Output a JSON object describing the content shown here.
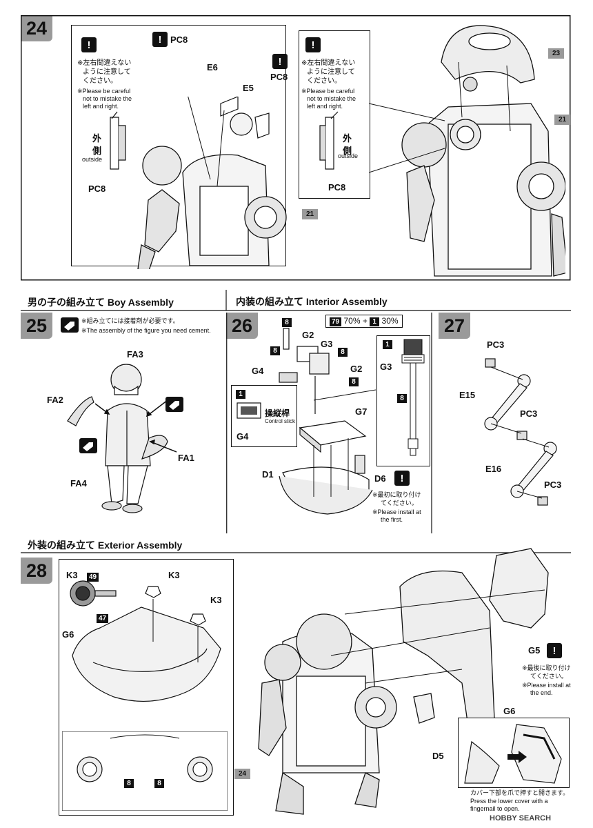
{
  "steps": {
    "s24": "24",
    "s25": "25",
    "s26": "26",
    "s27": "27",
    "s28": "28"
  },
  "sections": {
    "boy": "男の子の組み立て  Boy Assembly",
    "interior": "内装の組み立て  Interior Assembly",
    "exterior": "外装の組み立て  Exterior Assembly"
  },
  "step24": {
    "note_jp_1": "※左右間違えない",
    "note_jp_2": "ように注意して",
    "note_jp_3": "ください。",
    "note_en_1": "※Please be careful",
    "note_en_2": "not to mistake the",
    "note_en_3": "left and right.",
    "outside_jp_1": "外",
    "outside_jp_2": "側",
    "outside_en": "outside",
    "pc8": "PC8",
    "e6": "E6",
    "e5": "E5",
    "ref21": "21",
    "ref23": "23"
  },
  "step25": {
    "note_jp": "※組み立てには接着剤が必要です。",
    "note_en": "※The assembly of the figure you need cement.",
    "fa1": "FA1",
    "fa2": "FA2",
    "fa3": "FA3",
    "fa4": "FA4"
  },
  "step26": {
    "g2": "G2",
    "g3": "G3",
    "g4": "G4",
    "g7": "G7",
    "d1": "D1",
    "d6": "D6",
    "paint_num_a": "79",
    "paint_pct_a": "70%",
    "plus": "+",
    "paint_num_b": "1",
    "paint_pct_b": "30%",
    "color8": "8",
    "color1": "1",
    "control_jp": "操縦桿",
    "control_en": "Control stick",
    "d6_note_jp_1": "※最初に取り付け",
    "d6_note_jp_2": "てください。",
    "d6_note_en_1": "※Please install at",
    "d6_note_en_2": "the first."
  },
  "step27": {
    "pc3": "PC3",
    "e15": "E15",
    "e16": "E16"
  },
  "step28": {
    "k3": "K3",
    "g5": "G5",
    "g6": "G6",
    "d5": "D5",
    "ref24": "24",
    "color49": "49",
    "color47": "47",
    "color8": "8",
    "g5_note_jp_1": "※最後に取り付け",
    "g5_note_jp_2": "てください。",
    "g5_note_en_1": "※Please install at",
    "g5_note_en_2": "the end.",
    "cover_jp": "カバー下部を爪で押すと開きます。",
    "cover_en_1": "Press the lower cover with a",
    "cover_en_2": "fingernail to open."
  },
  "watermark": "HOBBY SEARCH",
  "icon_names": [
    "exclamation-icon",
    "cement-tube-icon",
    "arrow-icon"
  ]
}
